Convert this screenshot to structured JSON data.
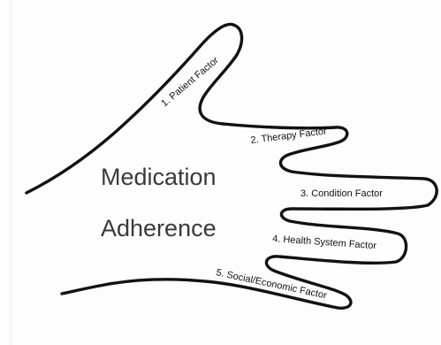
{
  "title": {
    "line1": "Medication",
    "line2": "Adherence"
  },
  "fingers": [
    {
      "label": "1. Patient Factor"
    },
    {
      "label": "2. Therapy Factor"
    },
    {
      "label": "3. Condition Factor"
    },
    {
      "label": "4. Health System Factor"
    },
    {
      "label": "5. Social/Economic Factor"
    }
  ],
  "colors": {
    "outline": "#111111",
    "title": "#3a3a3a",
    "background": "#fdfdfd"
  }
}
